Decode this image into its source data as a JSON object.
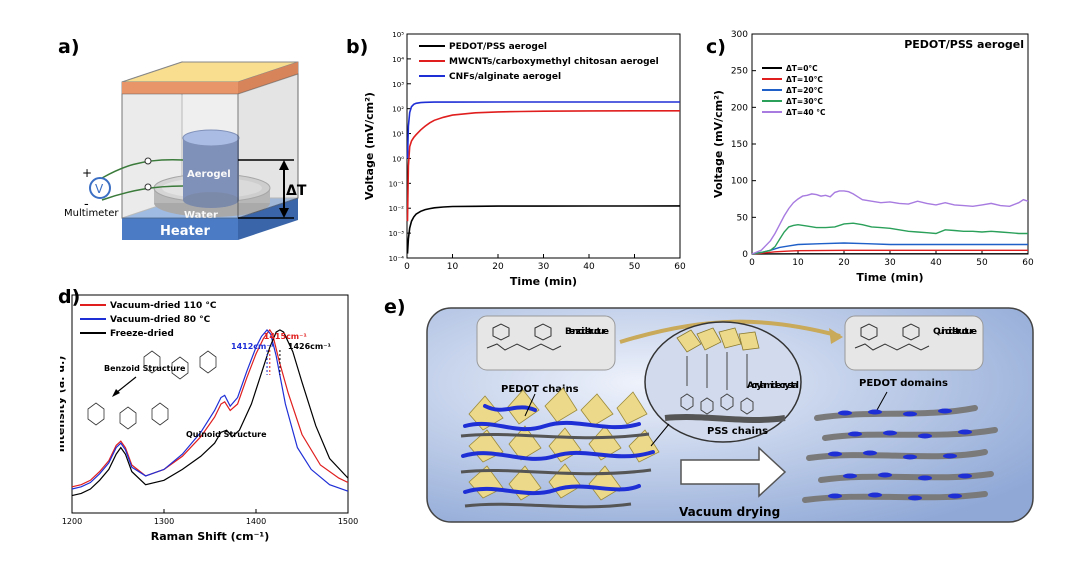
{
  "labels": {
    "a": "a)",
    "b": "b)",
    "c": "c)",
    "d": "d)",
    "e": "e)"
  },
  "panel_a": {
    "aerogel": "Aerogel",
    "water": "Water",
    "heater": "Heater",
    "delta_t": "ΔT",
    "multimeter": "Multimeter",
    "plus": "+",
    "minus": "-",
    "meter_symbol": "V",
    "colors": {
      "top": "#f4c542",
      "bottom": "#e8956a",
      "heater": "#5b8ed6",
      "aerogel": "#23418a"
    }
  },
  "panel_e": {
    "benzoid": "Benzoid structure",
    "quinoid": "Quinoid structure",
    "pedot_chains": "PEDOT chains",
    "pedot_domains": "PEDOT domains",
    "acrylamide": "Acrylamide crystal",
    "pss_chains": "PSS chains",
    "vacuum_drying": "Vacuum drying",
    "colors": {
      "background": "#b7c8e6",
      "chain": "#1f2fd6",
      "crystal": "#ecd98a"
    }
  },
  "chart_data": [
    {
      "id": "b",
      "type": "line",
      "xlabel": "Time (min)",
      "ylabel": "Voltage (mV/cm²)",
      "xlim": [
        0,
        60
      ],
      "ylim": [
        0.0001,
        100000
      ],
      "yscale": "log",
      "xticks": [
        0,
        10,
        20,
        30,
        40,
        50,
        60
      ],
      "ytick_labels": [
        "10⁻⁴",
        "10⁻³",
        "10⁻²",
        "10⁻¹",
        "10⁰",
        "10¹",
        "10²",
        "10³",
        "10⁴",
        "10⁵"
      ],
      "legend": "top-left",
      "series": [
        {
          "name": "PEDOT/PSS aerogel",
          "color": "#000000",
          "x": [
            0.1,
            0.3,
            0.6,
            1,
            1.5,
            2,
            3,
            4,
            5,
            6,
            8,
            10,
            15,
            20,
            30,
            40,
            50,
            60
          ],
          "y": [
            0.00015,
            0.0006,
            0.0016,
            0.003,
            0.0045,
            0.0058,
            0.0075,
            0.0088,
            0.0097,
            0.0104,
            0.0112,
            0.0117,
            0.012,
            0.0122,
            0.0122,
            0.0123,
            0.0123,
            0.0124
          ]
        },
        {
          "name": "MWCNTs/carboxymethyl chitosan aerogel",
          "color": "#e01e1e",
          "x": [
            0.1,
            0.3,
            0.6,
            1,
            1.5,
            2,
            3,
            4,
            5,
            6,
            8,
            10,
            15,
            20,
            25,
            30,
            40,
            50,
            60
          ],
          "y": [
            0.003,
            0.5,
            3,
            5,
            7,
            9,
            14,
            20,
            27,
            34,
            45,
            55,
            68,
            74,
            77,
            79,
            81,
            82,
            82
          ]
        },
        {
          "name": "CNFs/alginate aerogel",
          "color": "#1f2fd6",
          "x": [
            0.1,
            0.3,
            0.6,
            1,
            1.5,
            2,
            3,
            4,
            5,
            6,
            10,
            20,
            30,
            40,
            50,
            60
          ],
          "y": [
            1,
            20,
            70,
            120,
            150,
            165,
            175,
            180,
            182,
            183,
            184,
            185,
            185,
            185,
            185,
            185
          ]
        }
      ]
    },
    {
      "id": "c",
      "type": "line",
      "title": "PEDOT/PSS aerogel",
      "xlabel": "Time (min)",
      "ylabel": "Voltage (mV/cm²)",
      "xlim": [
        0,
        60
      ],
      "ylim": [
        0,
        300
      ],
      "xticks": [
        0,
        10,
        20,
        30,
        40,
        50,
        60
      ],
      "yticks": [
        0,
        50,
        100,
        150,
        200,
        250,
        300
      ],
      "legend": "top-left",
      "series": [
        {
          "name": "ΔT=0°C",
          "color": "#000000",
          "x": [
            0,
            10,
            20,
            30,
            40,
            50,
            60
          ],
          "y": [
            0,
            0.3,
            0.3,
            0.3,
            0.3,
            0.3,
            0.3
          ]
        },
        {
          "name": "ΔT=10°C",
          "color": "#e01e1e",
          "x": [
            0,
            2,
            5,
            8,
            10,
            20,
            30,
            40,
            50,
            60
          ],
          "y": [
            0,
            1,
            3,
            4,
            4.5,
            5,
            5,
            5,
            5,
            5
          ]
        },
        {
          "name": "ΔT=20°C",
          "color": "#1f5fc8",
          "x": [
            0,
            2,
            4,
            6,
            8,
            10,
            15,
            20,
            25,
            30,
            35,
            40,
            45,
            50,
            55,
            60
          ],
          "y": [
            0,
            2,
            5,
            9,
            11,
            13,
            14,
            15,
            14,
            13,
            13,
            13,
            13,
            13,
            13,
            13
          ]
        },
        {
          "name": "ΔT=30°C",
          "color": "#2aa05a",
          "x": [
            0,
            2,
            4,
            5,
            6,
            7,
            8,
            9,
            10,
            12,
            14,
            16,
            18,
            20,
            22,
            24,
            26,
            28,
            30,
            32,
            34,
            36,
            38,
            40,
            42,
            44,
            46,
            48,
            50,
            52,
            54,
            56,
            58,
            60
          ],
          "y": [
            0,
            2,
            5,
            10,
            20,
            30,
            37,
            39,
            40,
            38,
            36,
            36,
            37,
            41,
            42,
            40,
            37,
            36,
            35,
            33,
            31,
            30,
            29,
            28,
            33,
            32,
            31,
            31,
            30,
            31,
            30,
            29,
            28,
            28
          ]
        },
        {
          "name": "ΔT=40 °C",
          "color": "#a77be0",
          "x": [
            0,
            2,
            4,
            5,
            6,
            7,
            8,
            9,
            10,
            11,
            12,
            13,
            14,
            15,
            16,
            17,
            18,
            19,
            20,
            21,
            22,
            23,
            24,
            26,
            28,
            30,
            32,
            34,
            36,
            38,
            40,
            42,
            44,
            46,
            48,
            50,
            52,
            54,
            56,
            58,
            59,
            60
          ],
          "y": [
            0,
            5,
            18,
            28,
            40,
            52,
            62,
            70,
            75,
            79,
            80,
            82,
            81,
            79,
            80,
            78,
            84,
            86,
            86,
            85,
            82,
            78,
            74,
            72,
            70,
            71,
            69,
            68,
            72,
            69,
            67,
            70,
            67,
            66,
            65,
            67,
            69,
            66,
            65,
            70,
            74,
            72
          ]
        }
      ]
    },
    {
      "id": "d",
      "type": "line",
      "xlabel": "Raman Shift (cm⁻¹)",
      "ylabel": "Intensity (a. u.)",
      "xlim": [
        1200,
        1500
      ],
      "xticks": [
        1200,
        1300,
        1400,
        1500
      ],
      "ylim": [
        0,
        1
      ],
      "legend": "top-left",
      "annotations": [
        {
          "text": "1412cm⁻¹",
          "x": 1412,
          "color": "#1f2fd6"
        },
        {
          "text": "1415cm⁻¹",
          "x": 1415,
          "color": "#e01e1e"
        },
        {
          "text": "1426cm⁻¹",
          "x": 1426,
          "color": "#000000"
        }
      ],
      "structure_labels": {
        "benzoid": "Benzoid Structure",
        "quinoid": "Quinoid Structure"
      },
      "series": [
        {
          "name": "Vacuum-dried 110 °C",
          "color": "#e01e1e",
          "x": [
            1200,
            1210,
            1220,
            1230,
            1240,
            1248,
            1253,
            1258,
            1265,
            1280,
            1300,
            1320,
            1340,
            1355,
            1362,
            1366,
            1372,
            1380,
            1390,
            1400,
            1408,
            1413,
            1415,
            1418,
            1425,
            1435,
            1450,
            1470,
            1490,
            1500
          ],
          "y": [
            0.12,
            0.13,
            0.15,
            0.19,
            0.24,
            0.31,
            0.33,
            0.3,
            0.22,
            0.17,
            0.2,
            0.26,
            0.35,
            0.44,
            0.5,
            0.51,
            0.47,
            0.5,
            0.62,
            0.73,
            0.8,
            0.83,
            0.84,
            0.82,
            0.7,
            0.55,
            0.36,
            0.22,
            0.16,
            0.14
          ]
        },
        {
          "name": "Vacuum-dried 80 °C",
          "color": "#1f2fd6",
          "x": [
            1200,
            1210,
            1220,
            1230,
            1240,
            1248,
            1253,
            1258,
            1265,
            1280,
            1300,
            1320,
            1340,
            1355,
            1362,
            1366,
            1372,
            1380,
            1390,
            1400,
            1406,
            1410,
            1412,
            1416,
            1422,
            1432,
            1445,
            1460,
            1480,
            1500
          ],
          "y": [
            0.11,
            0.12,
            0.14,
            0.18,
            0.23,
            0.3,
            0.32,
            0.29,
            0.21,
            0.17,
            0.2,
            0.27,
            0.37,
            0.47,
            0.53,
            0.54,
            0.49,
            0.53,
            0.65,
            0.76,
            0.81,
            0.83,
            0.84,
            0.82,
            0.72,
            0.5,
            0.3,
            0.2,
            0.13,
            0.1
          ]
        },
        {
          "name": "Freeze-dried",
          "color": "#000000",
          "x": [
            1200,
            1210,
            1220,
            1230,
            1240,
            1248,
            1253,
            1258,
            1265,
            1280,
            1300,
            1320,
            1340,
            1355,
            1362,
            1368,
            1374,
            1382,
            1395,
            1405,
            1415,
            1422,
            1426,
            1430,
            1440,
            1450,
            1465,
            1480,
            1500
          ],
          "y": [
            0.08,
            0.09,
            0.11,
            0.15,
            0.2,
            0.27,
            0.3,
            0.27,
            0.19,
            0.13,
            0.15,
            0.2,
            0.26,
            0.32,
            0.37,
            0.38,
            0.35,
            0.38,
            0.5,
            0.63,
            0.76,
            0.83,
            0.84,
            0.83,
            0.74,
            0.6,
            0.4,
            0.25,
            0.16
          ]
        }
      ]
    }
  ]
}
